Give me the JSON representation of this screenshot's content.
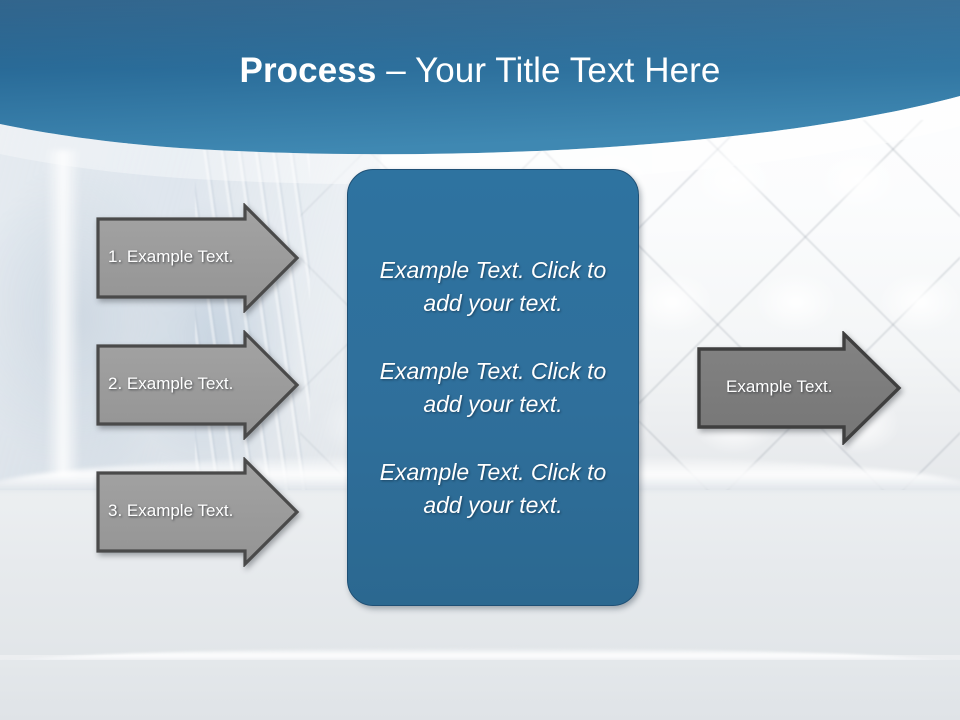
{
  "slide": {
    "title": {
      "bold_part": "Process",
      "rest_part": " – Your Title Text Here"
    },
    "theme": {
      "header_blue_top": "#1f5a85",
      "header_blue_bottom": "#3b83ae",
      "panel_blue": "#2e73a0",
      "arrow_gray_light": "#9d9d9d",
      "arrow_gray_dark": "#7b7b7b",
      "arrow_border": "#4a4a4a",
      "text_white": "#ffffff"
    }
  },
  "input_arrows": [
    {
      "label": "1. Example Text."
    },
    {
      "label": "2. Example Text."
    },
    {
      "label": "3. Example Text."
    }
  ],
  "center_panel": {
    "paragraphs": [
      "Example Text. Click  to add your text.",
      "Example Text. Click  to add your text.",
      "Example Text. Click  to add your text."
    ]
  },
  "output_arrow": {
    "label": "Example Text."
  }
}
